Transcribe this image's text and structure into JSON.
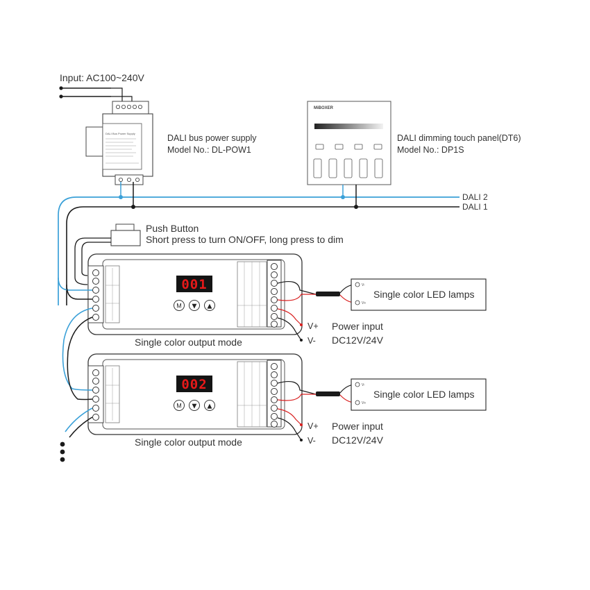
{
  "input_label": "Input: AC100~240V",
  "power_supply": {
    "title": "DALI bus power supply",
    "model": "Model No.: DL-POW1",
    "device_text": "DALI Bus Power Supply"
  },
  "touch_panel": {
    "title": "DALI dimming touch panel(DT6)",
    "model": "Model No.: DP1S",
    "brand": "MiBOXER"
  },
  "bus_lines": {
    "dali2": "DALI 2",
    "dali1": "DALI 1"
  },
  "push_button": {
    "title": "Push Button",
    "description": "Short press to turn ON/OFF, long press to dim"
  },
  "controllers": [
    {
      "display": "001",
      "mode": "Single color output mode",
      "buttons": [
        "M",
        "▼",
        "▲"
      ],
      "lamps": "Single color LED lamps",
      "vplus": "V+",
      "vminus": "V-",
      "power_title": "Power input",
      "power_spec": "DC12V/24V"
    },
    {
      "display": "002",
      "mode": "Single color output mode",
      "buttons": [
        "M",
        "▼",
        "▲"
      ],
      "lamps": "Single color LED lamps",
      "vplus": "V+",
      "vminus": "V-",
      "power_title": "Power input",
      "power_spec": "DC12V/24V"
    }
  ],
  "lamp_pins": {
    "plus": "V+",
    "minus": "V-"
  },
  "colors": {
    "line": "#1a1a1a",
    "dali_blue": "#3aa0d8",
    "power_red": "#d92020",
    "display_bg": "#141414",
    "display_digit": "#e81919"
  }
}
